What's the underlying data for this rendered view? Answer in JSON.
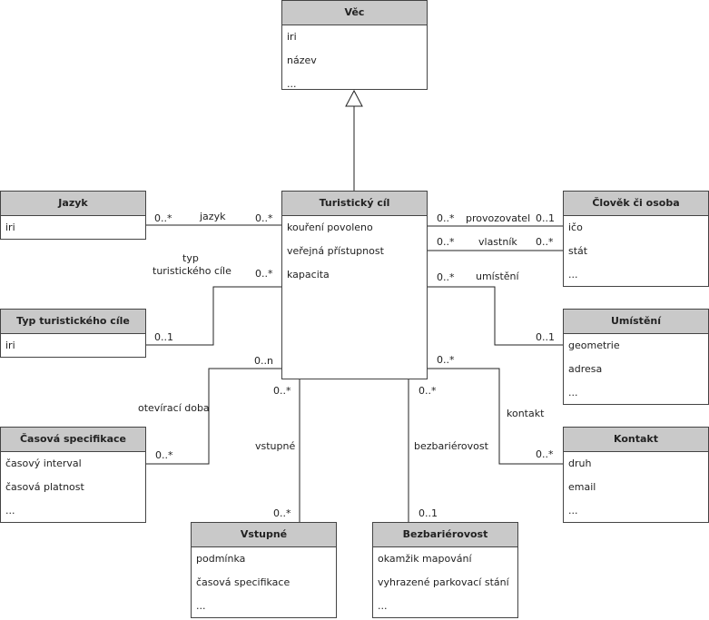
{
  "classes": {
    "vec": {
      "name": "Věc",
      "attrs": [
        "iri",
        "název",
        "..."
      ]
    },
    "turisticky_cil": {
      "name": "Turistický cíl",
      "attrs": [
        "kouření povoleno",
        "veřejná přístupnost",
        "kapacita"
      ]
    },
    "jazyk": {
      "name": "Jazyk",
      "attrs": [
        "iri"
      ]
    },
    "typ": {
      "name": "Typ turistického cíle",
      "attrs": [
        "iri"
      ]
    },
    "casova": {
      "name": "Časová specifikace",
      "attrs": [
        "časový interval",
        "časová platnost",
        "..."
      ]
    },
    "vstupne": {
      "name": "Vstupné",
      "attrs": [
        "podmínka",
        "časová specifikace",
        "..."
      ]
    },
    "bezbarierovost": {
      "name": "Bezbariérovost",
      "attrs": [
        "okamžik mapování",
        "vyhrazené parkovací stání",
        "..."
      ]
    },
    "clovek": {
      "name": "Člověk či osoba",
      "attrs": [
        "ičo",
        "stát",
        "..."
      ]
    },
    "umisteni": {
      "name": "Umístění",
      "attrs": [
        "geometrie",
        "adresa",
        "..."
      ]
    },
    "kontakt": {
      "name": "Kontakt",
      "attrs": [
        "druh",
        "email",
        "..."
      ]
    }
  },
  "associations": {
    "jazyk": {
      "name": "jazyk",
      "m1": "0..*",
      "m2": "0..*"
    },
    "typ": {
      "name1": "typ",
      "name2": "turistického cíle",
      "m1": "0..*",
      "m2": "0..1"
    },
    "provozovatel": {
      "name": "provozovatel",
      "m1": "0..*",
      "m2": "0..1"
    },
    "vlastnik": {
      "name": "vlastník",
      "m1": "0..*",
      "m2": "0..*"
    },
    "umisteni": {
      "name": "umístění",
      "m1": "0..*",
      "m2": "0..1"
    },
    "oteviraci": {
      "name": "otevírací doba",
      "m1": "0..n",
      "m2": "0..*"
    },
    "vstupne": {
      "name": "vstupné",
      "m1": "0..*",
      "m2": "0..*"
    },
    "bezbarierovost": {
      "name": "bezbariérovost",
      "m1": "0..*",
      "m2": "0..1"
    },
    "kontakt": {
      "name": "kontakt",
      "m1": "0..*",
      "m2": "0..*"
    }
  }
}
